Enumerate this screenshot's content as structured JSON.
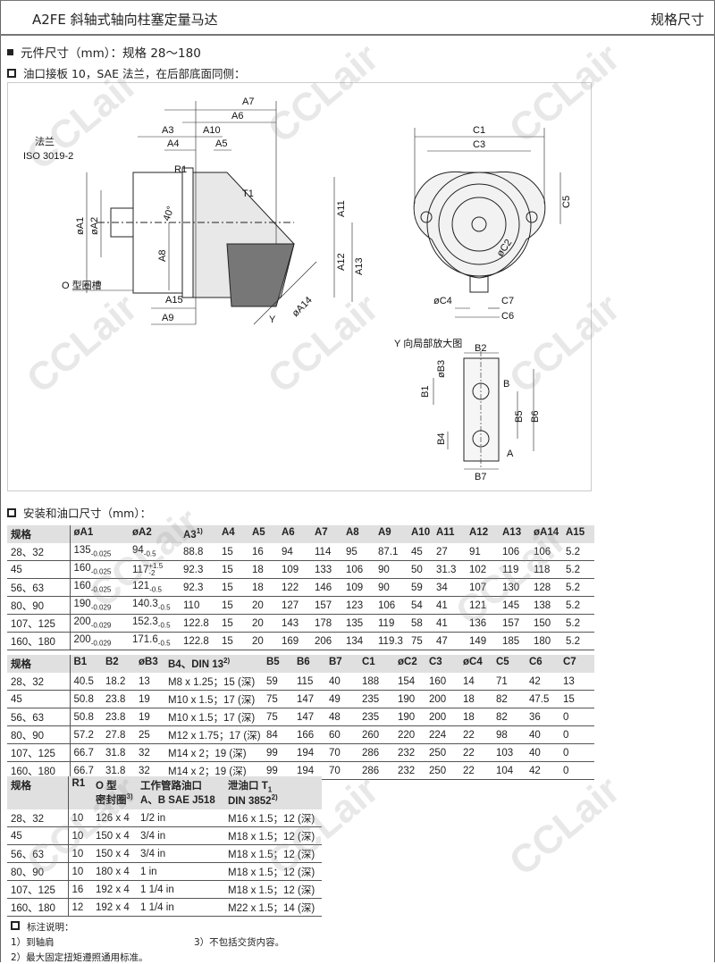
{
  "header": {
    "title": "A2FE 斜轴式轴向柱塞定量马达",
    "right": "规格尺寸"
  },
  "section1": "元件尺寸（mm）：规格 28～180",
  "section2": "油口接板 10，SAE 法兰，在后部底面同侧：",
  "diagram": {
    "side": [
      "A7",
      "A6",
      "A3",
      "A10",
      "A4",
      "A5",
      "法兰",
      "ISO 3019-2",
      "R1",
      "T1",
      "øA1",
      "øA2",
      "40°",
      "A8",
      "A11",
      "A12",
      "A13",
      "O 型圈槽",
      "A15",
      "A9",
      "Y",
      "øA14"
    ],
    "front": [
      "C1",
      "C3",
      "C5",
      "øC2",
      "øC4",
      "C7",
      "C6"
    ],
    "detail": [
      "Y 向局部放大图",
      "B2",
      "øB3",
      "B",
      "B1",
      "B5",
      "B6",
      "B4",
      "A",
      "B7"
    ]
  },
  "section3": "安装和油口尺寸（mm）：",
  "table1": {
    "headers": [
      "规格",
      "øA1",
      "øA2",
      "A3",
      "A4",
      "A5",
      "A6",
      "A7",
      "A8",
      "A9",
      "A10",
      "A11",
      "A12",
      "A13",
      "øA14",
      "A15"
    ],
    "a3_sup": "1)",
    "rows": [
      [
        {
          "v": "28、32"
        },
        {
          "v": "135",
          "sub": "-0.025"
        },
        {
          "v": "94",
          "sub": "-0.5"
        },
        {
          "v": "88.8"
        },
        {
          "v": "15"
        },
        {
          "v": "16"
        },
        {
          "v": "94"
        },
        {
          "v": "114"
        },
        {
          "v": "95"
        },
        {
          "v": "87.1"
        },
        {
          "v": "45"
        },
        {
          "v": "27"
        },
        {
          "v": "91"
        },
        {
          "v": "106"
        },
        {
          "v": "106"
        },
        {
          "v": "5.2"
        }
      ],
      [
        {
          "v": "45"
        },
        {
          "v": "160",
          "sub": "-0.025"
        },
        {
          "v": "117",
          "sup": "+1.5",
          "sub": "-2"
        },
        {
          "v": "92.3"
        },
        {
          "v": "15"
        },
        {
          "v": "18"
        },
        {
          "v": "109"
        },
        {
          "v": "133"
        },
        {
          "v": "106"
        },
        {
          "v": "90"
        },
        {
          "v": "50"
        },
        {
          "v": "31.3"
        },
        {
          "v": "102"
        },
        {
          "v": "119"
        },
        {
          "v": "118"
        },
        {
          "v": "5.2"
        }
      ],
      [
        {
          "v": "56、63"
        },
        {
          "v": "160",
          "sub": "-0.025"
        },
        {
          "v": "121",
          "sub": "-0.5"
        },
        {
          "v": "92.3"
        },
        {
          "v": "15"
        },
        {
          "v": "18"
        },
        {
          "v": "122"
        },
        {
          "v": "146"
        },
        {
          "v": "109"
        },
        {
          "v": "90"
        },
        {
          "v": "59"
        },
        {
          "v": "34"
        },
        {
          "v": "107"
        },
        {
          "v": "130"
        },
        {
          "v": "128"
        },
        {
          "v": "5.2"
        }
      ],
      [
        {
          "v": "80、90"
        },
        {
          "v": "190",
          "sub": "-0.029"
        },
        {
          "v": "140.3",
          "sub": "-0.5"
        },
        {
          "v": "110"
        },
        {
          "v": "15"
        },
        {
          "v": "20"
        },
        {
          "v": "127"
        },
        {
          "v": "157"
        },
        {
          "v": "123"
        },
        {
          "v": "106"
        },
        {
          "v": "54"
        },
        {
          "v": "41"
        },
        {
          "v": "121"
        },
        {
          "v": "145"
        },
        {
          "v": "138"
        },
        {
          "v": "5.2"
        }
      ],
      [
        {
          "v": "107、125"
        },
        {
          "v": "200",
          "sub": "-0.029"
        },
        {
          "v": "152.3",
          "sub": "-0.5"
        },
        {
          "v": "122.8"
        },
        {
          "v": "15"
        },
        {
          "v": "20"
        },
        {
          "v": "143"
        },
        {
          "v": "178"
        },
        {
          "v": "135"
        },
        {
          "v": "119"
        },
        {
          "v": "58"
        },
        {
          "v": "41"
        },
        {
          "v": "136"
        },
        {
          "v": "157"
        },
        {
          "v": "150"
        },
        {
          "v": "5.2"
        }
      ],
      [
        {
          "v": "160、180"
        },
        {
          "v": "200",
          "sub": "-0.029"
        },
        {
          "v": "171.6",
          "sub": "-0.5"
        },
        {
          "v": "122.8"
        },
        {
          "v": "15"
        },
        {
          "v": "20"
        },
        {
          "v": "169"
        },
        {
          "v": "206"
        },
        {
          "v": "134"
        },
        {
          "v": "119.3"
        },
        {
          "v": "75"
        },
        {
          "v": "47"
        },
        {
          "v": "149"
        },
        {
          "v": "185"
        },
        {
          "v": "180"
        },
        {
          "v": "5.2"
        }
      ]
    ]
  },
  "table2": {
    "headers": [
      "规格",
      "B1",
      "B2",
      "øB3",
      "B4、DIN 13",
      "B5",
      "B6",
      "B7",
      "C1",
      "øC2",
      "C3",
      "øC4",
      "C5",
      "C6",
      "C7"
    ],
    "b4_sup": "2)",
    "rows": [
      [
        "28、32",
        "40.5",
        "18.2",
        "13",
        "M8 x 1.25；15 (深)",
        "59",
        "115",
        "40",
        "188",
        "154",
        "160",
        "14",
        "71",
        "42",
        "13"
      ],
      [
        "45",
        "50.8",
        "23.8",
        "19",
        "M10 x 1.5；17 (深)",
        "75",
        "147",
        "49",
        "235",
        "190",
        "200",
        "18",
        "82",
        "47.5",
        "15"
      ],
      [
        "56、63",
        "50.8",
        "23.8",
        "19",
        "M10 x 1.5；17 (深)",
        "75",
        "147",
        "48",
        "235",
        "190",
        "200",
        "18",
        "82",
        "36",
        "0"
      ],
      [
        "80、90",
        "57.2",
        "27.8",
        "25",
        "M12 x 1.75；17 (深)",
        "84",
        "166",
        "60",
        "260",
        "220",
        "224",
        "22",
        "98",
        "40",
        "0"
      ],
      [
        "107、125",
        "66.7",
        "31.8",
        "32",
        "M14 x 2；19 (深)",
        "99",
        "194",
        "70",
        "286",
        "232",
        "250",
        "22",
        "103",
        "40",
        "0"
      ],
      [
        "160、180",
        "66.7",
        "31.8",
        "32",
        "M14 x 2；19 (深)",
        "99",
        "194",
        "70",
        "286",
        "232",
        "250",
        "22",
        "104",
        "42",
        "0"
      ]
    ]
  },
  "table3": {
    "headers": [
      {
        "l1": "规格",
        "l2": ""
      },
      {
        "l1": "R1",
        "l2": ""
      },
      {
        "l1": "O 型",
        "l2": "密封圈",
        "sup": "3)"
      },
      {
        "l1": "工作管路油口",
        "l2": "A、B SAE J518"
      },
      {
        "l1": "泄油口 T",
        "l1sub": "1",
        "l2": "DIN 3852",
        "sup": "2)"
      }
    ],
    "rows": [
      [
        "28、32",
        "10",
        "126 x 4",
        "1/2 in",
        "M16 x 1.5；12 (深)"
      ],
      [
        "45",
        "10",
        "150 x 4",
        "3/4 in",
        "M18 x 1.5；12 (深)"
      ],
      [
        "56、63",
        "10",
        "150 x 4",
        "3/4 in",
        "M18 x 1.5；12 (深)"
      ],
      [
        "80、90",
        "10",
        "180 x 4",
        "1 in",
        "M18 x 1.5；12 (深)"
      ],
      [
        "107、125",
        "16",
        "192 x 4",
        "1 1/4 in",
        "M18 x 1.5；12 (深)"
      ],
      [
        "160、180",
        "12",
        "192 x 4",
        "1 1/4 in",
        "M22 x 1.5；14 (深)"
      ]
    ]
  },
  "notes": {
    "title": "标注说明：",
    "n1": "1）到轴肩",
    "n2": "2）最大固定扭矩遵照通用标准。",
    "n3": "3）不包括交货内容。"
  },
  "watermark": "CCLair"
}
